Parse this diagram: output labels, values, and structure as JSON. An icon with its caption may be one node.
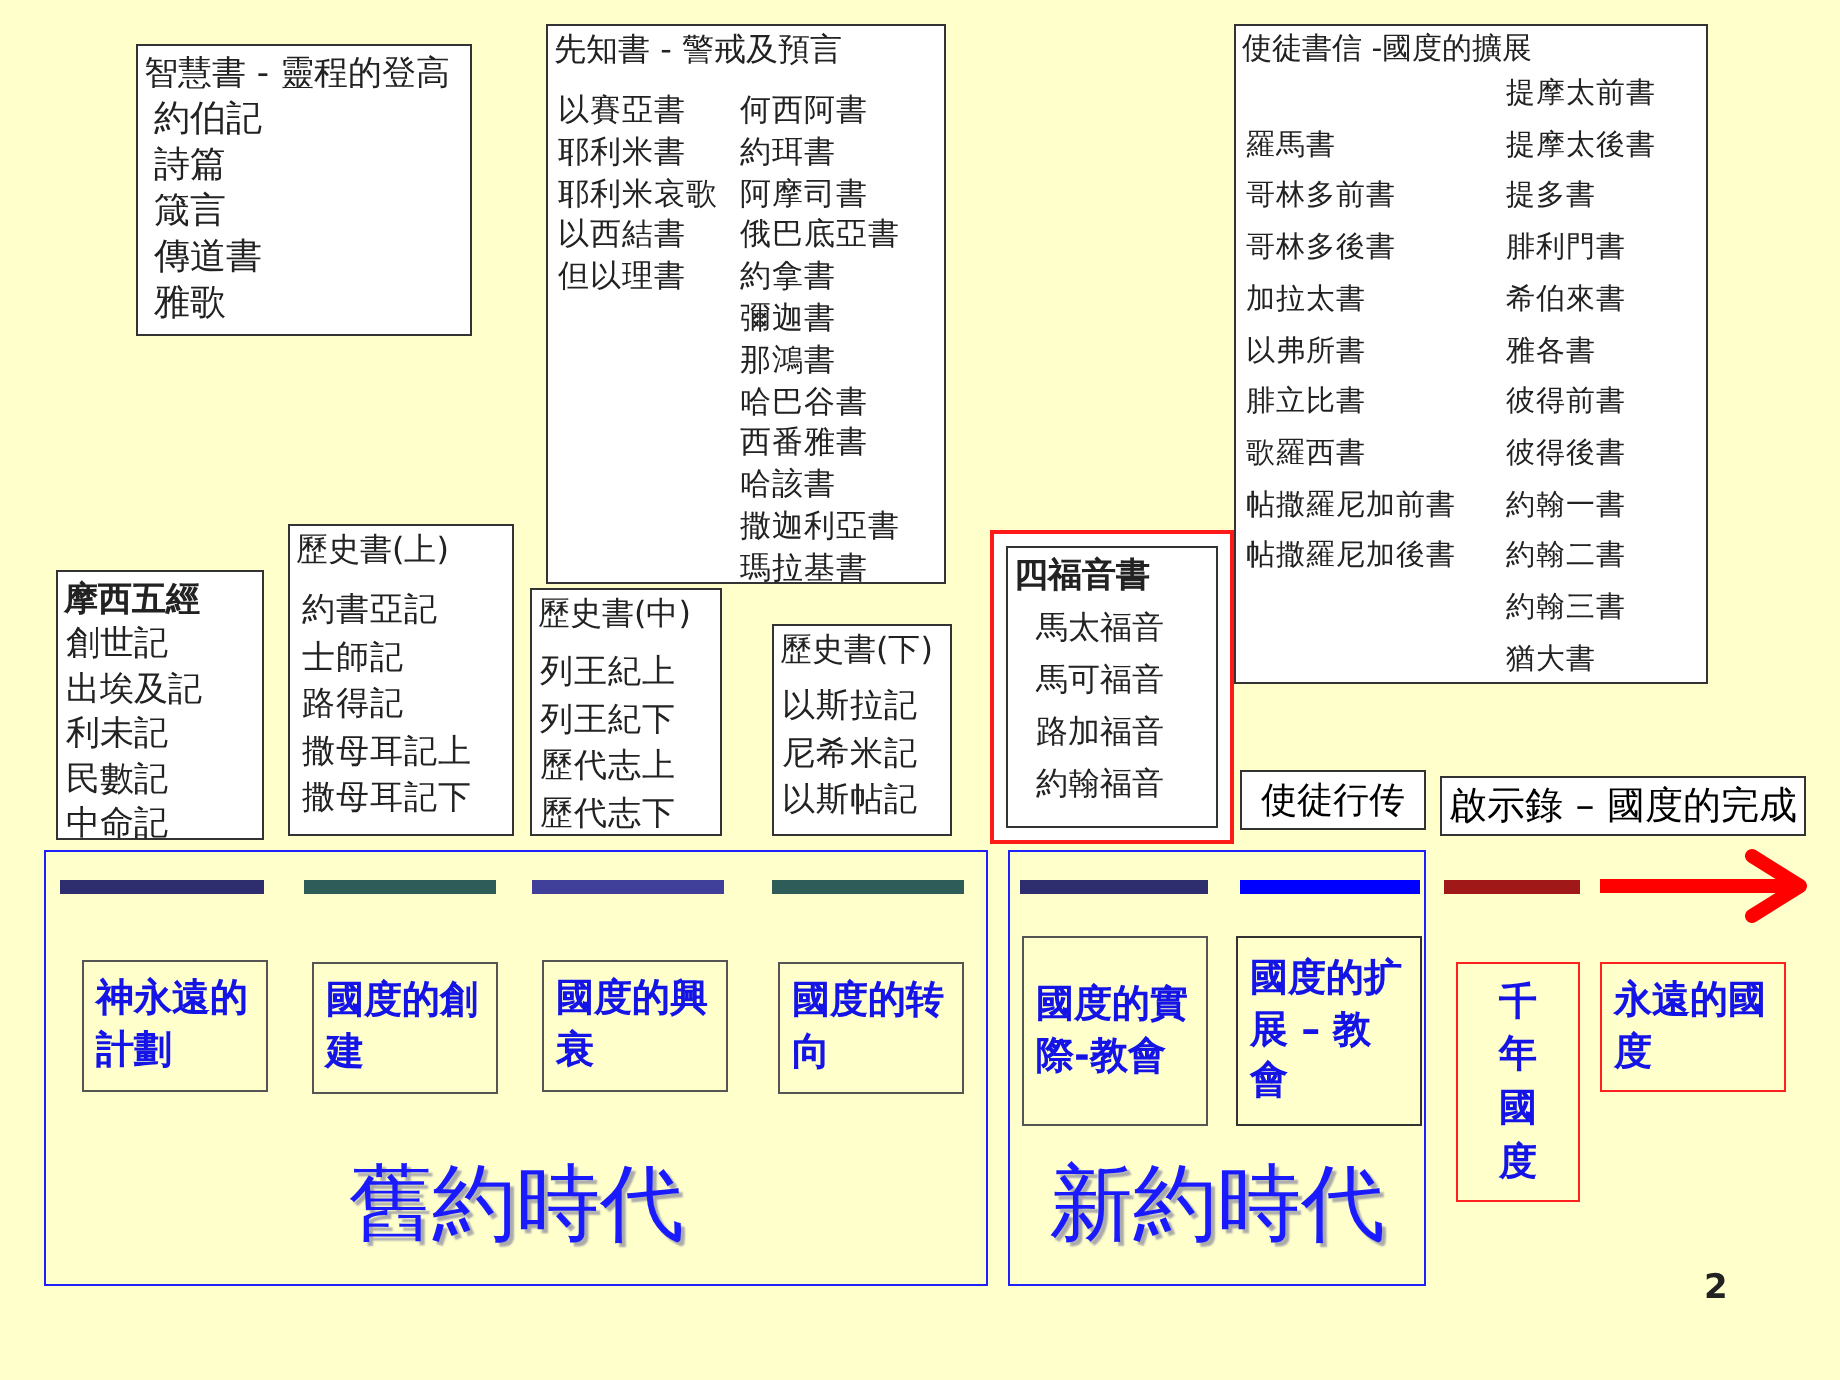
{
  "diagram": {
    "nodes": [
      {
        "text": [
          "智慧書 - 靈程的登高",
          "約伯記",
          "詩篇",
          "箴言",
          "傳道書",
          "雅歌"
        ]
      },
      {
        "text": [
          "先知書 - 警戒及預言",
          "以賽亞書",
          "耶利米書",
          "耶利米哀歌",
          "以西結書",
          "但以理書",
          "何西阿書",
          "約珥書",
          "阿摩司書",
          "俄巴底亞書",
          "約拿書",
          "彌迦書",
          "那鴻書",
          "哈巴谷書",
          "西番雅書",
          "哈該書",
          "撒迦利亞書",
          "瑪拉基書"
        ]
      },
      {
        "text": [
          "使徒書信 -國度的擴展",
          "羅馬書",
          "哥林多前書",
          "哥林多後書",
          "加拉太書",
          "以弗所書",
          "腓立比書",
          "歌羅西書",
          "帖撒羅尼加前書",
          "帖撒羅尼加後書",
          "提摩太前書",
          "提摩太後書",
          "提多書",
          "腓利門書",
          "希伯來書",
          "雅各書",
          "彼得前書",
          "彼得後書",
          "約翰一書",
          "約翰二書",
          "約翰三書",
          "猶大書"
        ]
      },
      {
        "text": [
          "摩西五經",
          "創世記",
          "出埃及記",
          "利未記",
          "民數記",
          "中命記"
        ]
      },
      {
        "text": [
          "歷史書(上)",
          "約書亞記",
          "士師記",
          "路得記",
          "撒母耳記上",
          "撒母耳記下"
        ]
      },
      {
        "text": [
          "歷史書(中)",
          "列王紀上",
          "列王紀下",
          "歷代志上",
          "歷代志下"
        ]
      },
      {
        "text": [
          "歷史書(下)",
          "以斯拉記",
          "尼希米記",
          "以斯帖記"
        ]
      },
      {
        "text": [
          "四福音書",
          "馬太福音",
          "馬可福音",
          "路加福音",
          "約翰福音"
        ]
      },
      {
        "text": [
          "使徒行传"
        ]
      },
      {
        "text": [
          "啟示錄 – 國度的完成"
        ]
      },
      {
        "text": [
          "舊約時代"
        ]
      },
      {
        "text": [
          "神永遠的計劃"
        ],
        "in": 10
      },
      {
        "text": [
          "國度的創建"
        ],
        "in": 10
      },
      {
        "text": [
          "國度的興衰"
        ],
        "in": 10
      },
      {
        "text": [
          "國度的转向"
        ],
        "in": 10
      },
      {
        "text": [
          "新約時代"
        ]
      },
      {
        "text": [
          "國度的實際-教會"
        ],
        "in": 15
      },
      {
        "text": [
          "國度的扩展 – 教會"
        ],
        "in": 15
      },
      {
        "text": [
          "千年國度"
        ]
      },
      {
        "text": [
          "永遠的國度"
        ]
      }
    ],
    "labels": [
      "2"
    ]
  }
}
